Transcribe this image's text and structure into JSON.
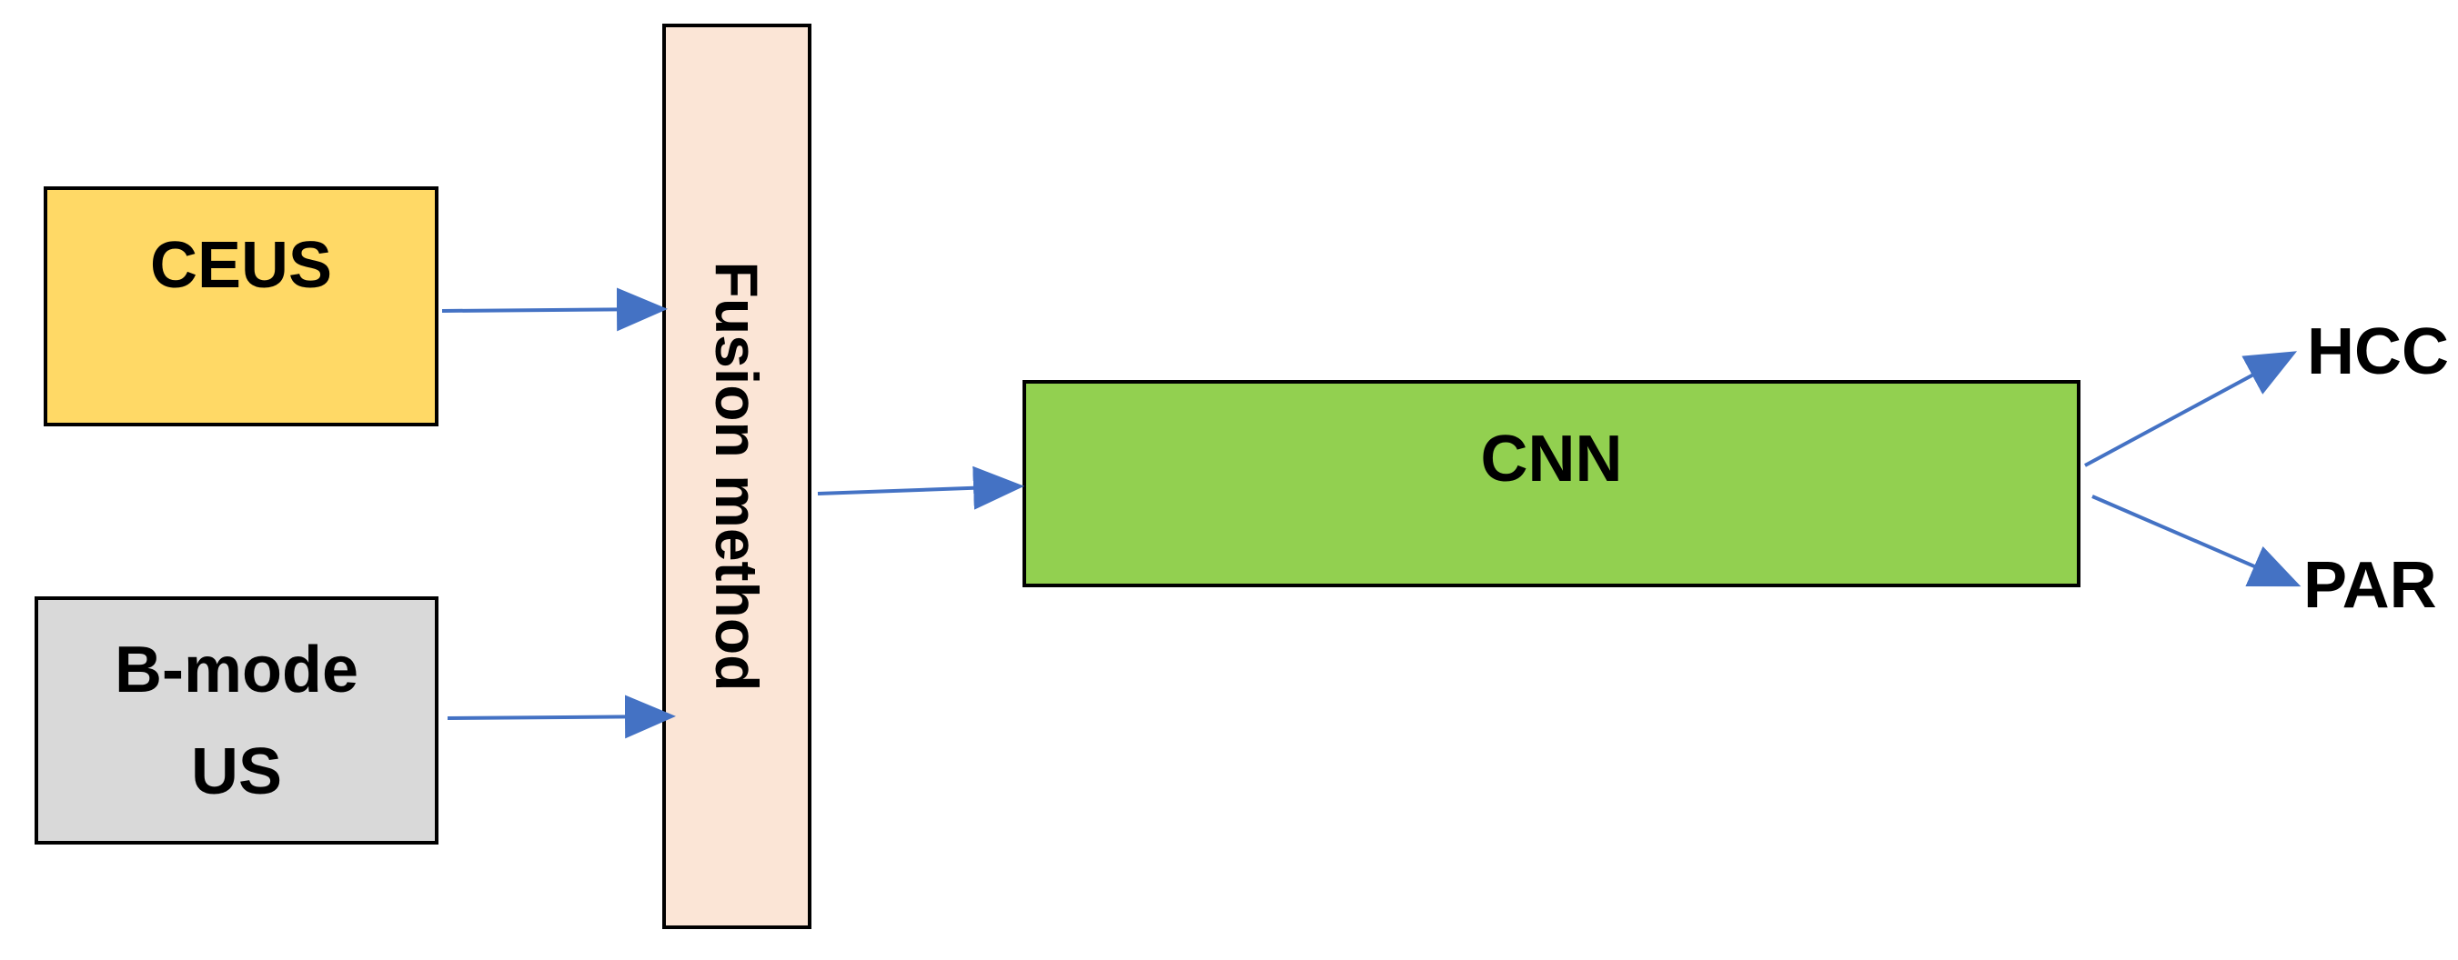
{
  "nodes": {
    "ceus": "CEUS",
    "bmode_line1": "B-mode",
    "bmode_line2": "US",
    "fusion": "Fusion method",
    "cnn": "CNN"
  },
  "outputs": {
    "hcc": "HCC",
    "par": "PAR"
  },
  "colors": {
    "ceus_fill": "#FFD966",
    "bmode_fill": "#D9D9D9",
    "fusion_fill": "#FBE5D6",
    "cnn_fill": "#92D050",
    "arrow": "#4472C4",
    "border": "#000000"
  }
}
